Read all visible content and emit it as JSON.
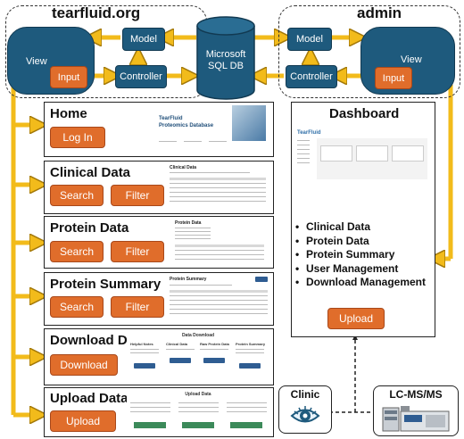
{
  "top": {
    "left_group_title": "tearfluid.org",
    "right_group_title": "admin",
    "left": {
      "view": "View",
      "input": "Input",
      "model": "Model",
      "controller": "Controller"
    },
    "right": {
      "view": "View",
      "input": "Input",
      "model": "Model",
      "controller": "Controller"
    },
    "db_line1": "Microsoft",
    "db_line2": "SQL DB"
  },
  "panels": [
    {
      "title": "Home",
      "buttons": [
        "Log In"
      ]
    },
    {
      "title": "Clinical Data",
      "buttons": [
        "Search",
        "Filter"
      ]
    },
    {
      "title": "Protein Data",
      "buttons": [
        "Search",
        "Filter"
      ]
    },
    {
      "title": "Protein Summary",
      "buttons": [
        "Search",
        "Filter"
      ]
    },
    {
      "title": "Download Data",
      "buttons": [
        "Download"
      ]
    },
    {
      "title": "Upload Data",
      "buttons": [
        "Upload"
      ]
    }
  ],
  "thumbs": {
    "home_brand_line1": "TearFluid",
    "home_brand_line2": "Proteomics Database",
    "clinical": "Clinical Data",
    "protein": "Protein Data",
    "summary": "Protein Summary",
    "download": "Data Download",
    "upload": "Upload Data",
    "download_cols": [
      "Helpful Notes",
      "Clinical Data",
      "Raw Protein Data",
      "Protein Summary"
    ]
  },
  "dashboard": {
    "title": "Dashboard",
    "brand": "TearFluid",
    "items": [
      "Clinical Data",
      "Protein Data",
      "Protein Summary",
      "User Management",
      "Download Management"
    ],
    "upload_button": "Upload"
  },
  "sources": {
    "clinic": "Clinic",
    "lcms": "LC-MS/MS"
  },
  "colors": {
    "view_blue": "#1e5a7d",
    "button_orange": "#e06d2b",
    "arrow_yellow": "#f2bb1b"
  }
}
